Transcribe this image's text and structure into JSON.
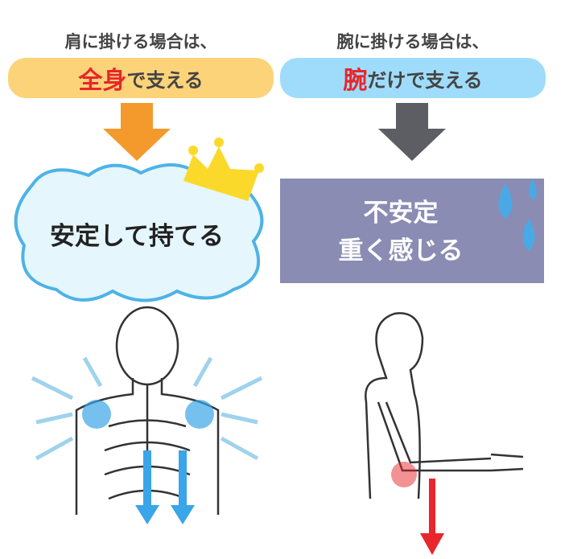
{
  "left": {
    "caption": "肩に掛ける場合は、",
    "highlight": "全身",
    "rest": "で支える",
    "result": "安定して持てる",
    "pill_color": "#fdd37a",
    "arrow_color": "#f49a2c"
  },
  "right": {
    "caption": "腕に掛ける場合は、",
    "highlight": "腕",
    "rest": "だけで支える",
    "result_line1": "不安定",
    "result_line2": "重く感じる",
    "pill_color": "#9fdcfb",
    "arrow_color": "#5d5e63",
    "box_color": "#8a8cb3"
  }
}
